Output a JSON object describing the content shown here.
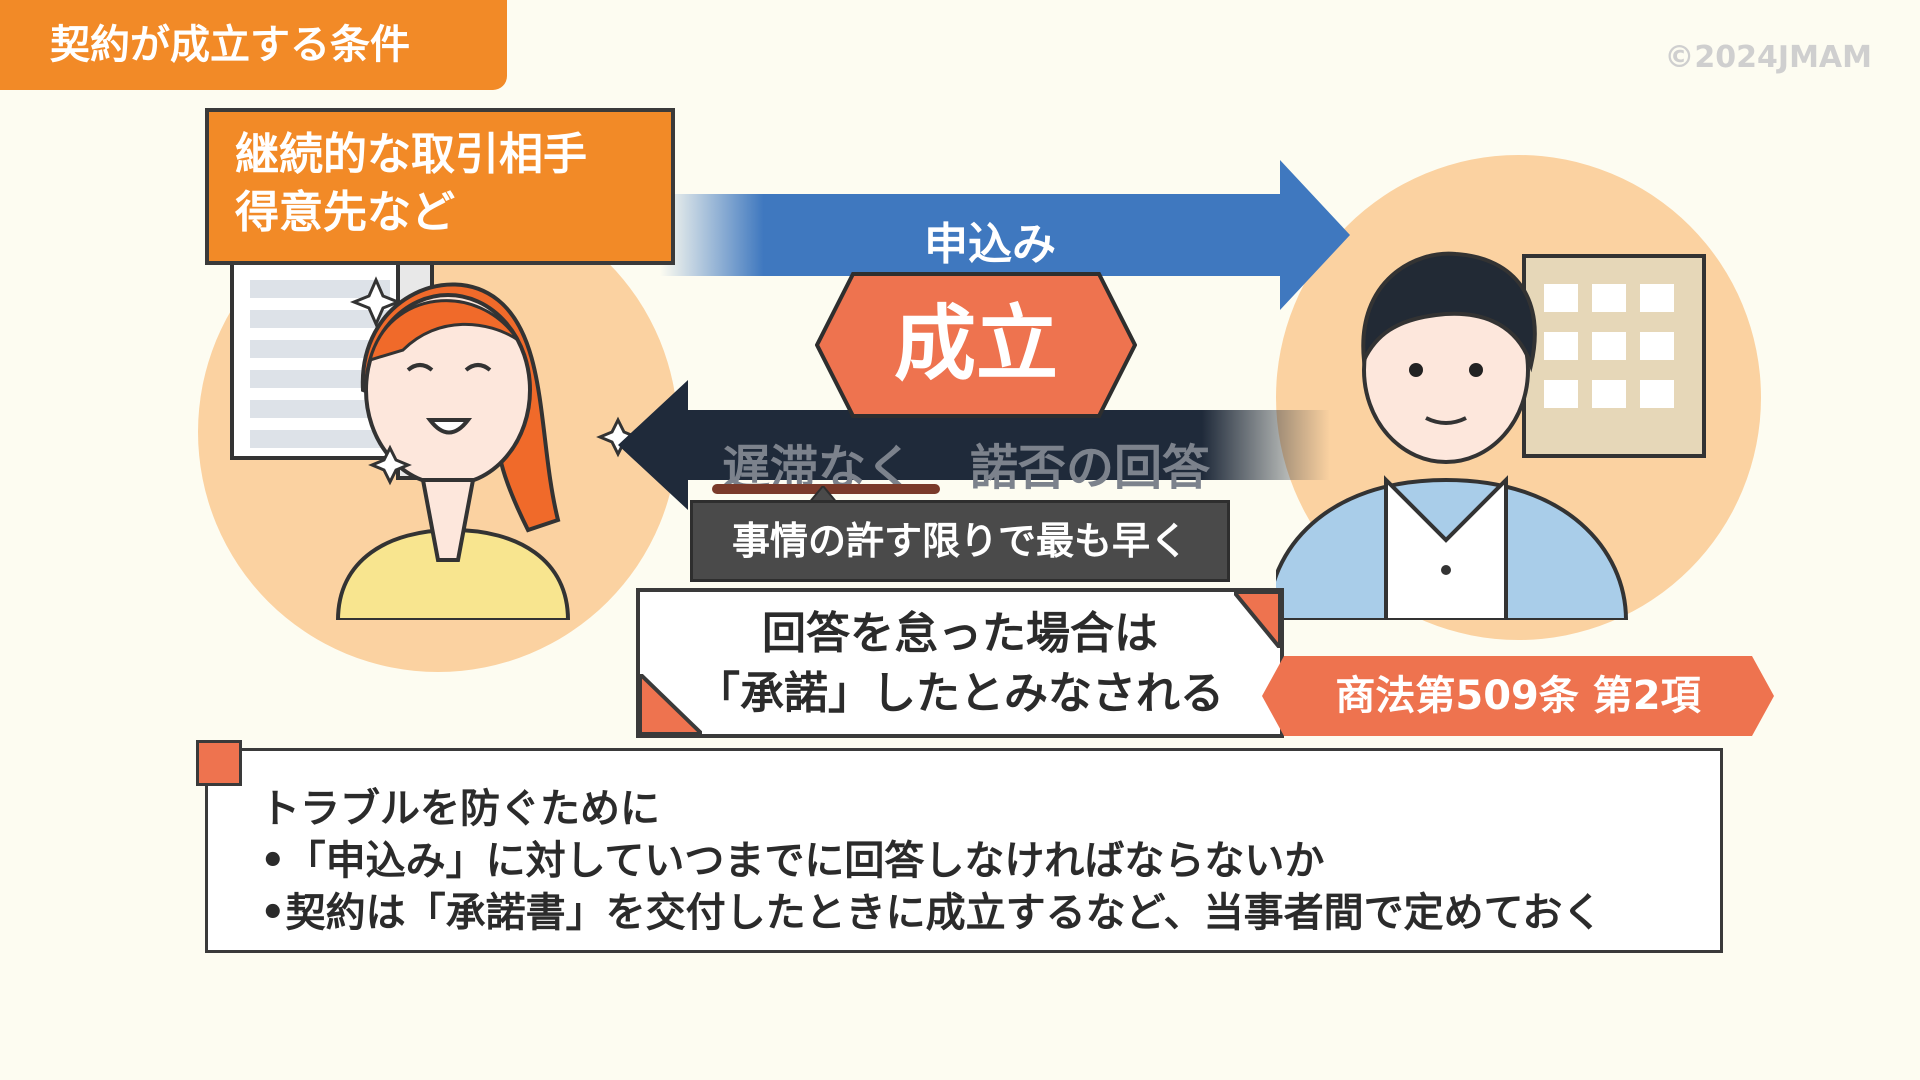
{
  "header": {
    "title": "契約が成立する条件",
    "copyright": "©2024JMAM"
  },
  "parties": {
    "left_label_line1": "継続的な取引相手",
    "left_label_line2": "得意先など"
  },
  "flow": {
    "offer_label": "申込み",
    "established_label": "成立",
    "reply_label_part1": "遅滞なく",
    "reply_label_part2": "諾否の回答",
    "tooltip": "事情の許す限りで最も早く"
  },
  "rule": {
    "line1": "回答を怠った場合は",
    "line2": "「承諾」したとみなされる",
    "law_reference": "商法第509条 第2項"
  },
  "note": {
    "heading": "トラブルを防ぐために",
    "bullet1": "•「申込み」に対していつまでに回答しなければならないか",
    "bullet2": "•契約は「承諾書」を交付したときに成立するなど、当事者間で定めておく"
  },
  "colors": {
    "background": "#fdfcf1",
    "orange": "#f28a27",
    "coral": "#ee734f",
    "blue_arrow": "#3f78bf",
    "navy_arrow": "#1f2a3a",
    "circle": "#fbd2a1"
  },
  "icons": [
    "document-icon",
    "woman-illustration",
    "man-illustration",
    "building-icon",
    "sparkle-icon"
  ]
}
